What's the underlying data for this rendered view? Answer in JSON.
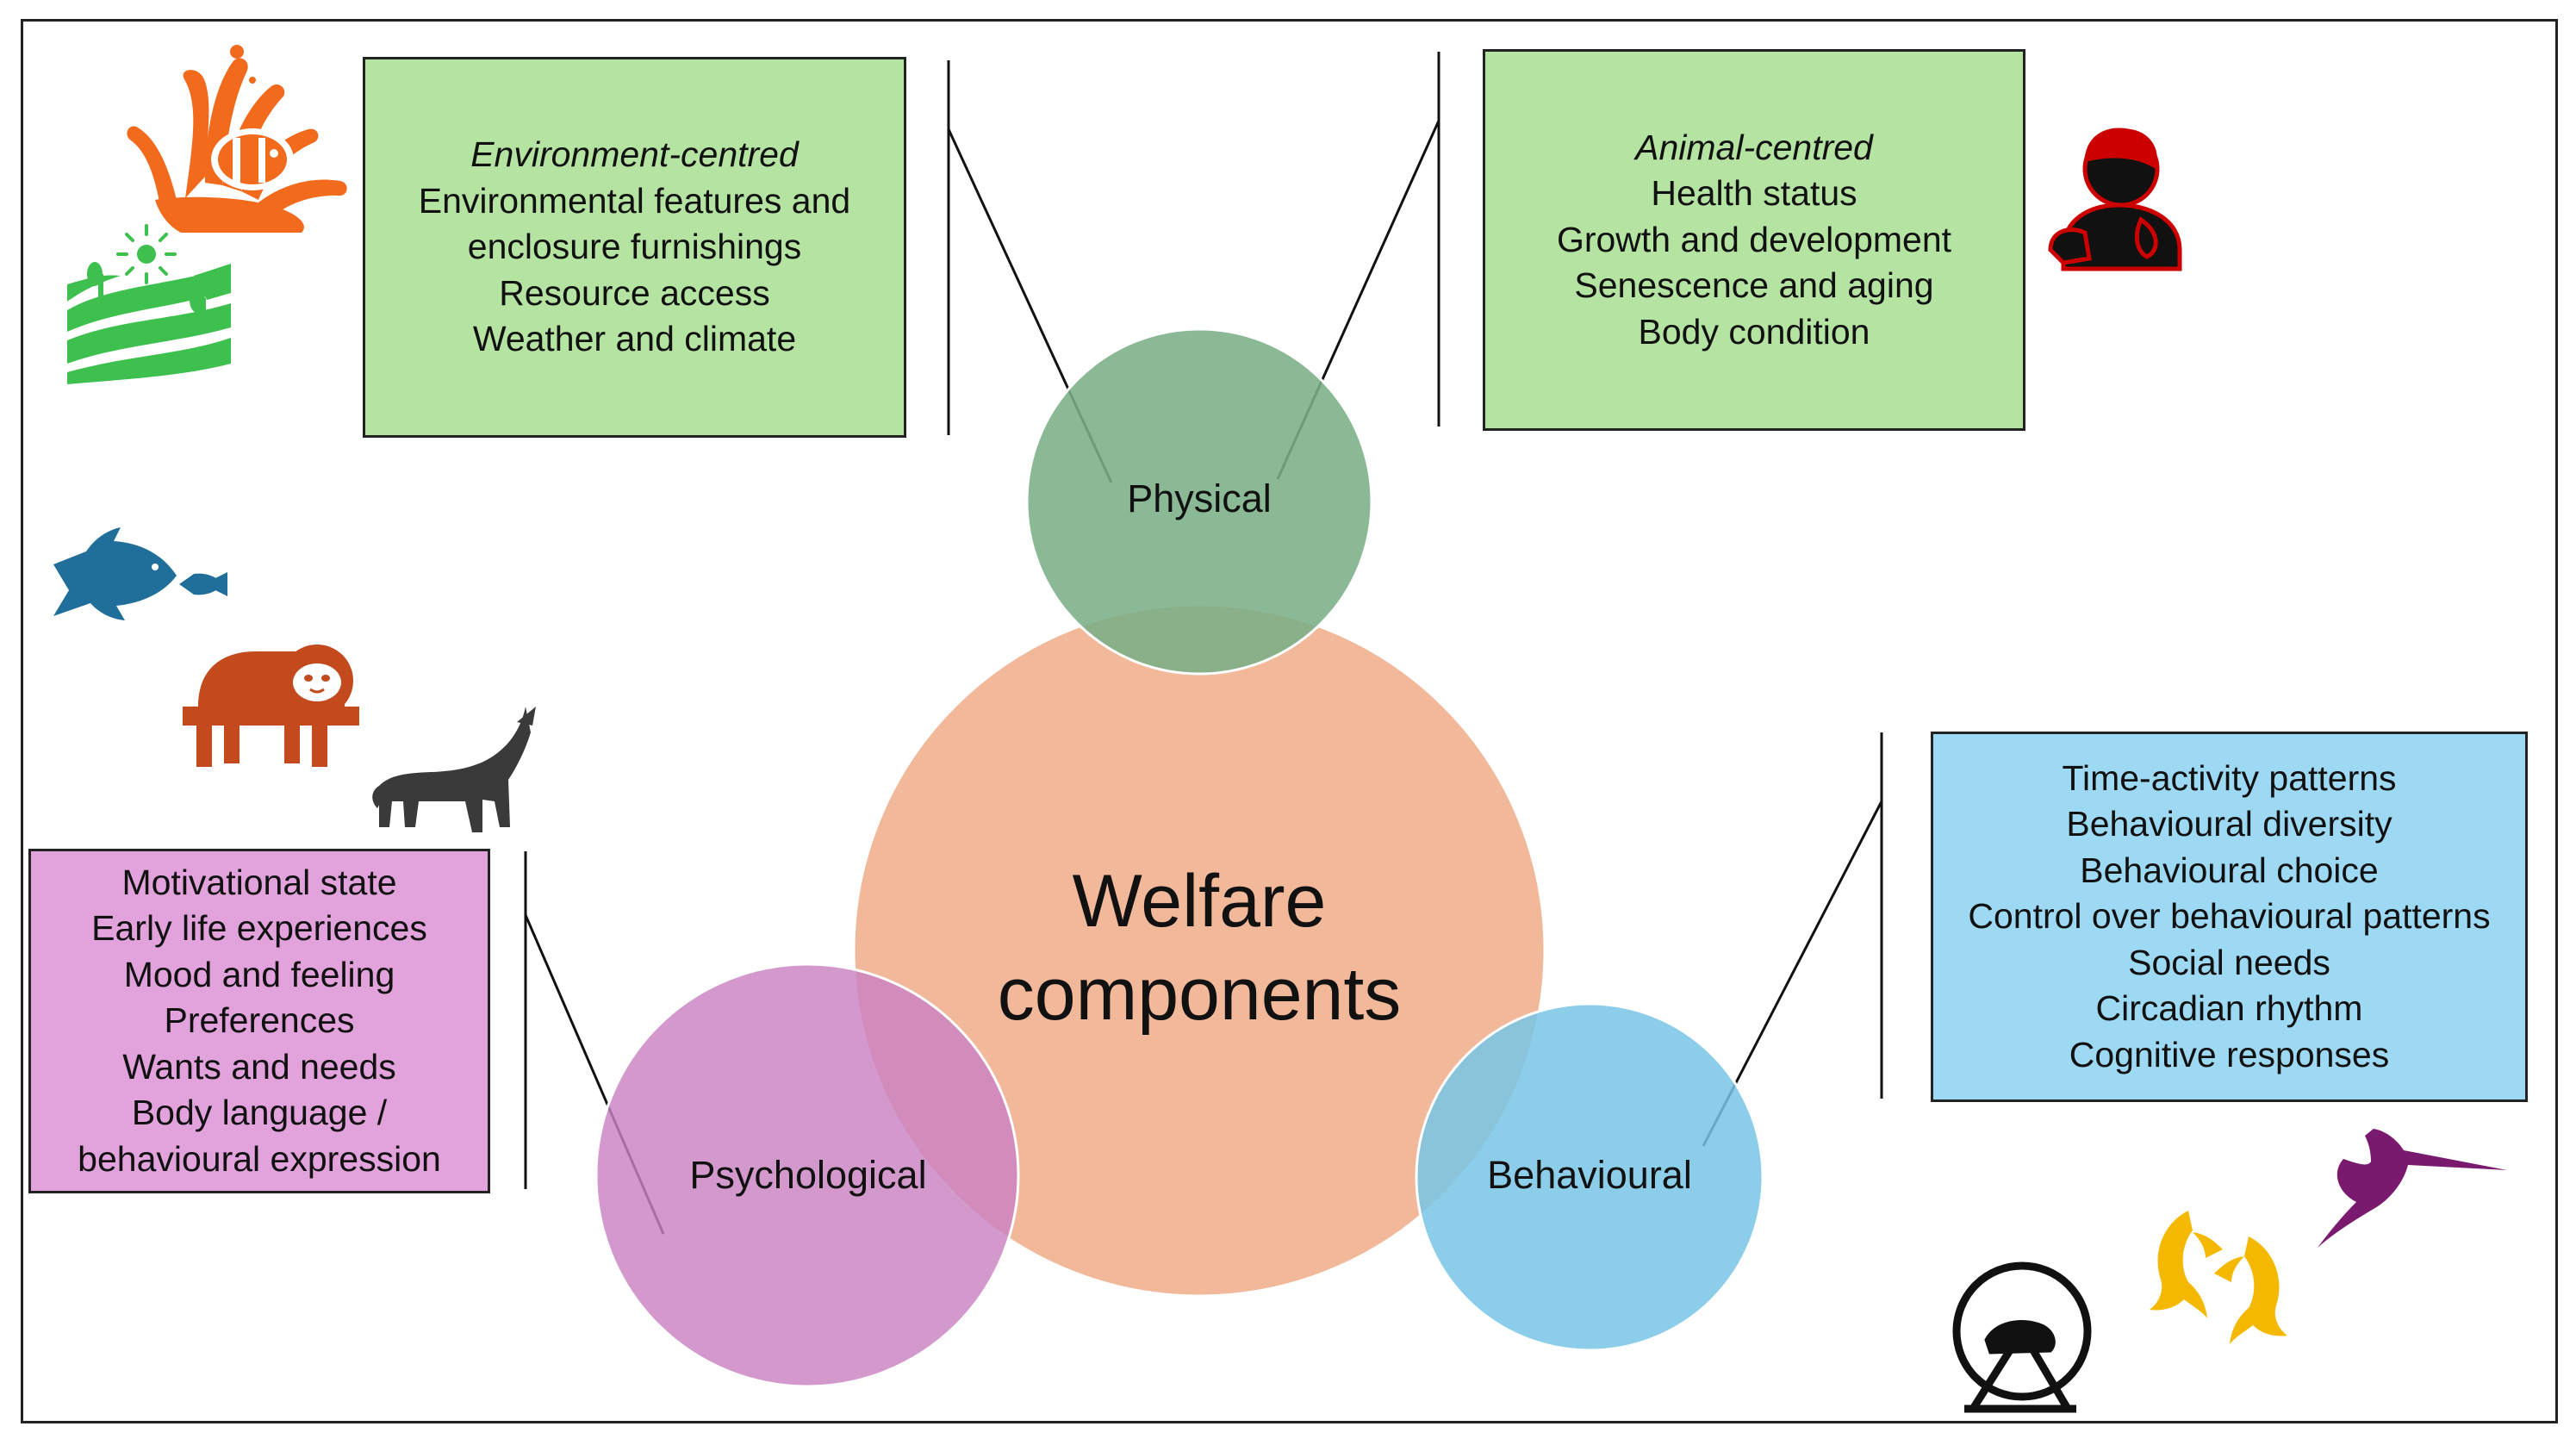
{
  "diagram": {
    "center": {
      "line1": "Welfare",
      "line2": "components",
      "color": "#F1B89A"
    },
    "physical": {
      "label": "Physical",
      "color": "#7BAE86"
    },
    "psychological": {
      "label": "Psychological",
      "color": "#C983C2"
    },
    "behavioural": {
      "label": "Behavioural",
      "color": "#78C6E6"
    }
  },
  "environment_box": {
    "header": "Environment-centred",
    "items": [
      "Environmental features and",
      "enclosure furnishings",
      "Resource access",
      "Weather and climate"
    ],
    "color": "#B5E4A2"
  },
  "animal_box": {
    "header": "Animal-centred",
    "items": [
      "Health status",
      "Growth and development",
      "Senescence and aging",
      "Body condition"
    ],
    "color": "#B5E4A2"
  },
  "behavioural_box": {
    "items": [
      "Time-activity patterns",
      "Behavioural diversity",
      "Behavioural choice",
      "Control over behavioural patterns",
      "Social needs",
      "Circadian rhythm",
      "Cognitive responses"
    ],
    "color": "#9ED9F4"
  },
  "psychological_box": {
    "items": [
      "Motivational state",
      "Early life experiences",
      "Mood and feeling",
      "Preferences",
      "Wants and needs",
      "Body language /",
      "behavioural expression"
    ],
    "color": "#E2A2DC"
  },
  "icons": [
    {
      "name": "clownfish-anemone-icon",
      "color": "#F26A1B"
    },
    {
      "name": "farm-field-icon",
      "color": "#3DC04E"
    },
    {
      "name": "veterinarian-icon",
      "color": "#CC0000"
    },
    {
      "name": "fish-icon",
      "color": "#1F6F9A"
    },
    {
      "name": "sloth-icon",
      "color": "#C24A1C"
    },
    {
      "name": "howling-wolf-icon",
      "color": "#3A3A3A"
    },
    {
      "name": "hummingbird-icon",
      "color": "#7A1A6E"
    },
    {
      "name": "koi-fish-icon",
      "color": "#F5B800"
    },
    {
      "name": "hamster-wheel-icon",
      "color": "#111111"
    }
  ]
}
